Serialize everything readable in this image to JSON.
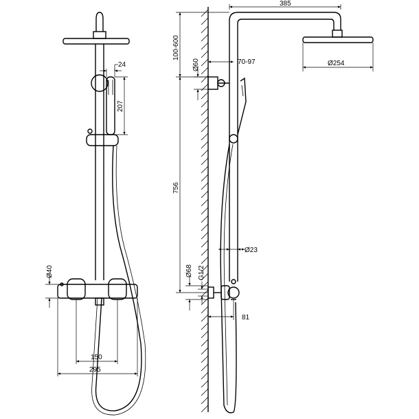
{
  "front_view": {
    "dims": {
      "width_total": "295",
      "spacing": "150",
      "offset_height": "Ø40",
      "hand_shower_height": "207",
      "hand_shower_width": "24"
    }
  },
  "side_view": {
    "dims": {
      "arm_length": "385",
      "head_diameter": "Ø254",
      "adjust_range": "100-600",
      "wall_offset": "70-97",
      "bracket_diameter": "Ø60",
      "rail_height": "756",
      "pipe_diameter": "Ø23",
      "flange_diameter": "Ø68",
      "thread": "G1/2",
      "projection": "81"
    }
  }
}
